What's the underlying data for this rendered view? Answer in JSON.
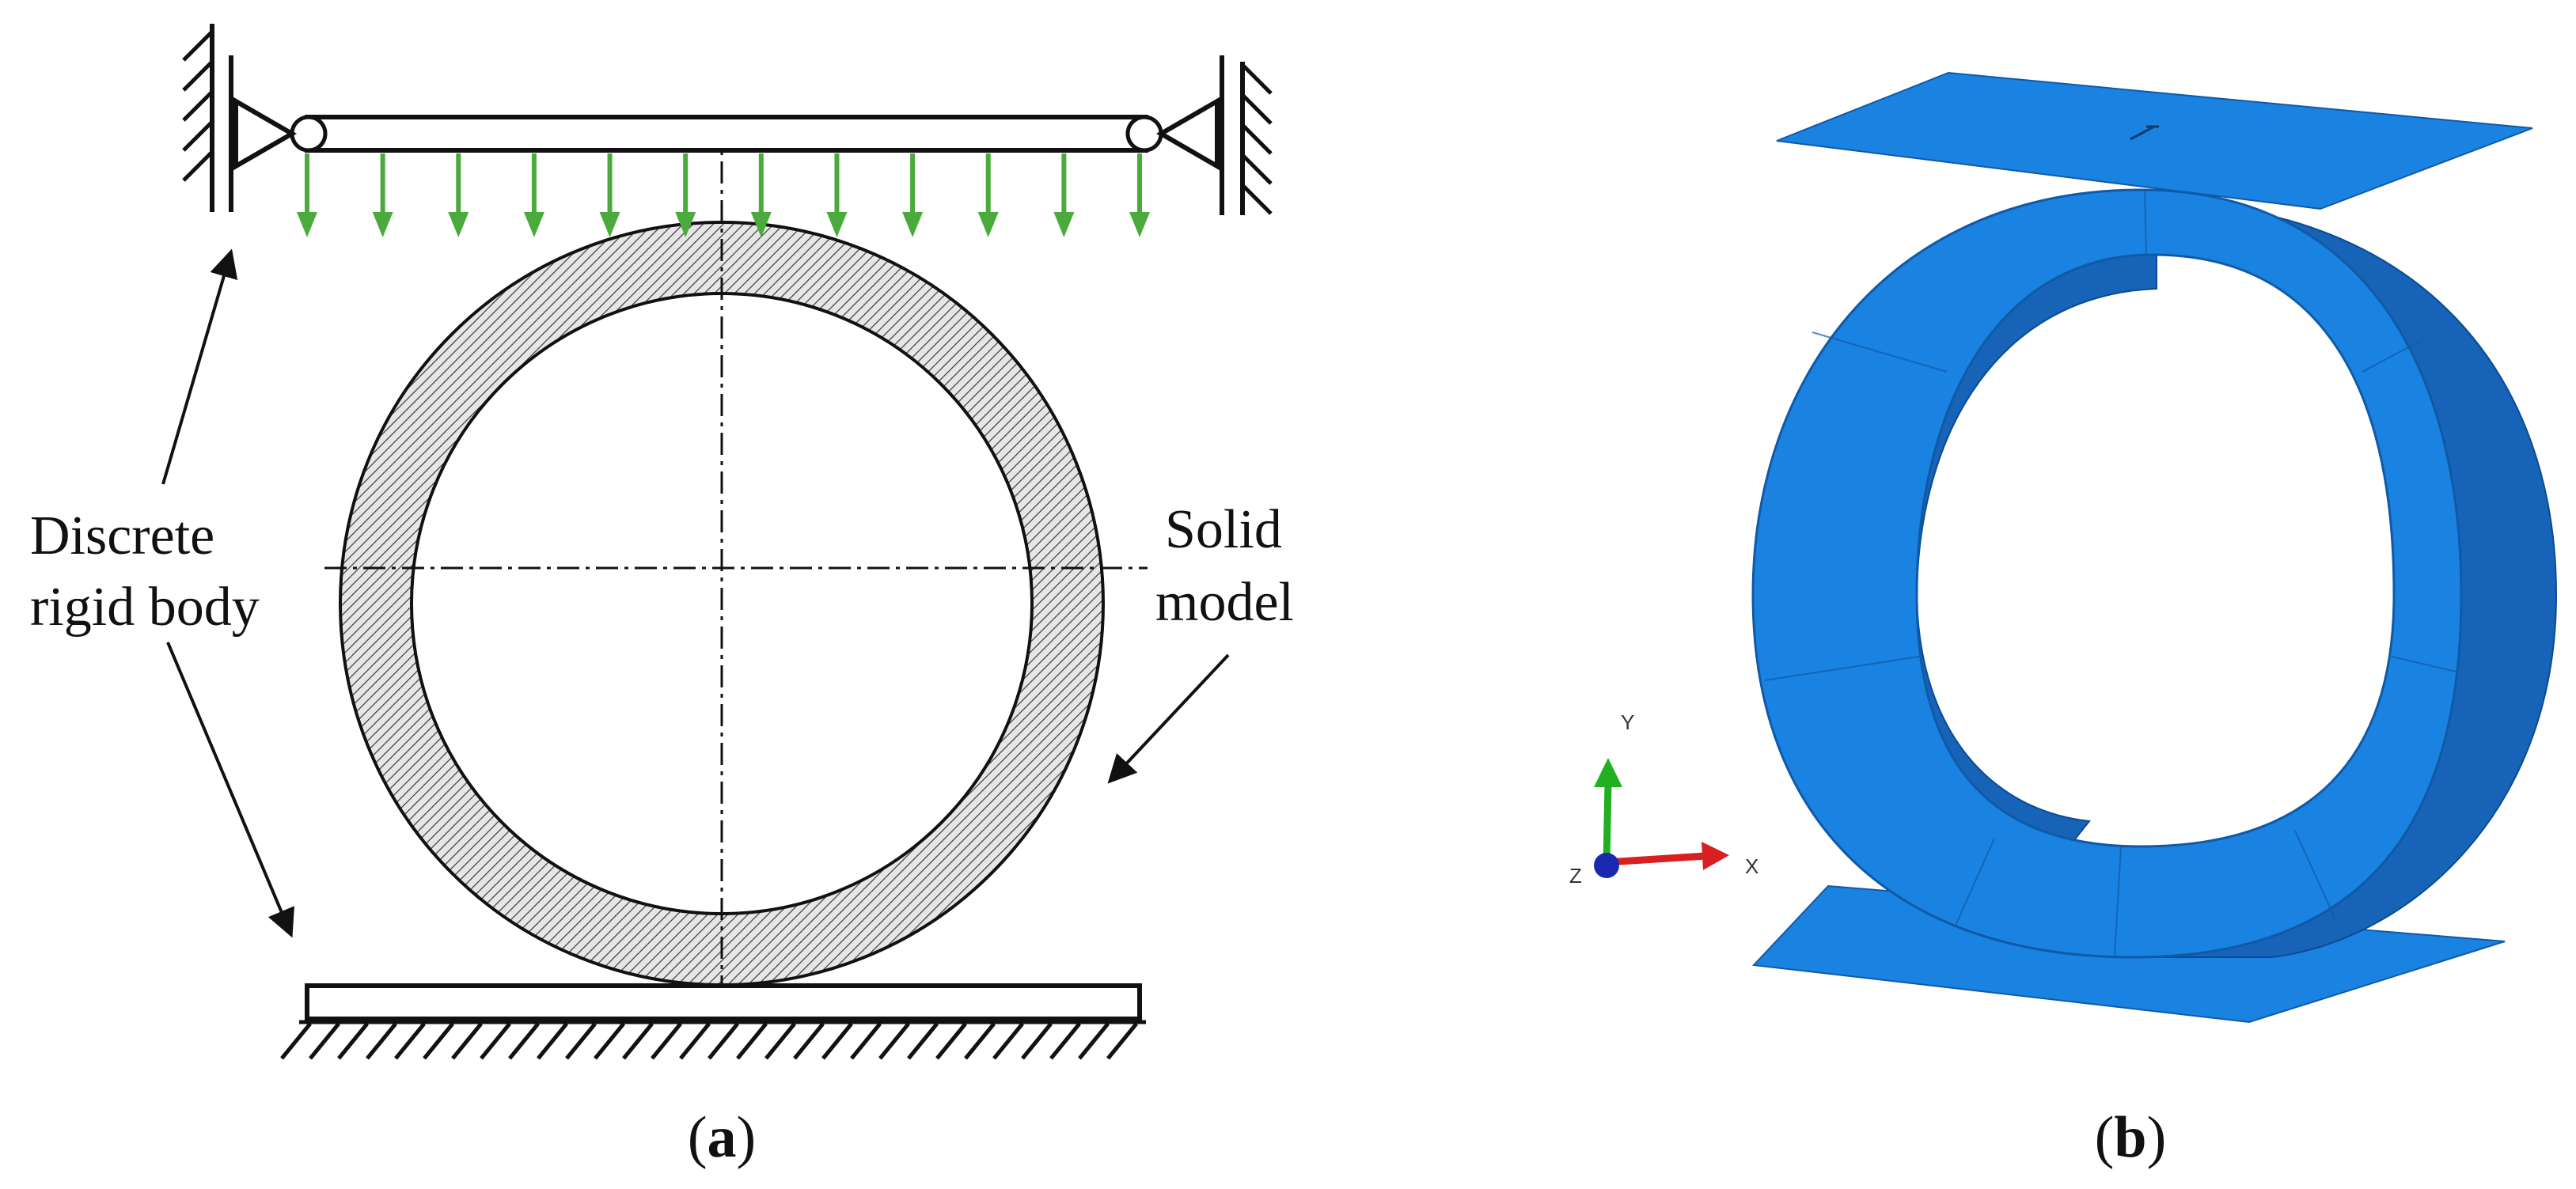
{
  "panel_a": {
    "label_rigid_line1": "Discrete",
    "label_rigid_line2": "rigid body",
    "label_solid_line1": "Solid",
    "label_solid_line2": "model",
    "caption_open": "(",
    "caption_letter": "a",
    "caption_close": ")",
    "load_arrow_count": 12,
    "load_color": "#4aaa3c"
  },
  "panel_b": {
    "caption_open": "(",
    "caption_letter": "b",
    "caption_close": ")",
    "model_color": "#1a82e0",
    "triad": {
      "y_label": "Y",
      "x_label": "X",
      "z_label": "Z",
      "y_color": "#22b022",
      "x_color": "#d82020",
      "z_color": "#1a2ab0"
    }
  }
}
